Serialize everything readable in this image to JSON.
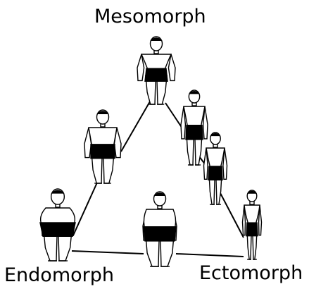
{
  "diagram": {
    "vertices": {
      "top": "Mesomorph",
      "bottom_left": "Endomorph",
      "bottom_right": "Ectomorph"
    },
    "figures": [
      {
        "id": "mesomorph",
        "type": "mesomorph"
      },
      {
        "id": "endo-meso",
        "type": "endo-meso"
      },
      {
        "id": "meso-ecto",
        "type": "meso-ecto"
      },
      {
        "id": "ecto-meso",
        "type": "ecto-meso"
      },
      {
        "id": "endomorph",
        "type": "endomorph"
      },
      {
        "id": "endo-ecto",
        "type": "endo-ecto"
      },
      {
        "id": "ectomorph",
        "type": "ectomorph"
      }
    ],
    "colors": {
      "ink": "#000000",
      "background": "#ffffff"
    }
  }
}
